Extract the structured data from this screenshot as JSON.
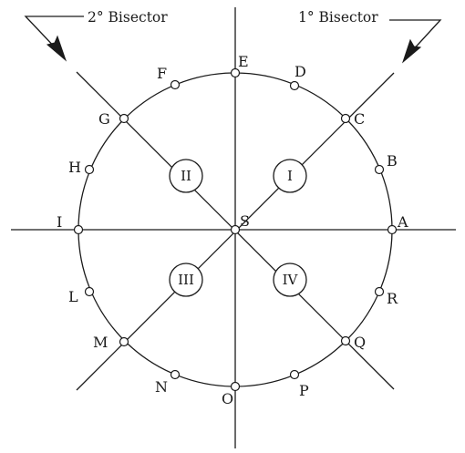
{
  "bisector_labels": {
    "second": "2° Bisector",
    "first": "1° Bisector"
  },
  "center_label": "S",
  "points": [
    "A",
    "B",
    "C",
    "D",
    "E",
    "F",
    "G",
    "H",
    "I",
    "L",
    "M",
    "N",
    "O",
    "P",
    "Q",
    "R"
  ],
  "quadrants": [
    "I",
    "II",
    "III",
    "IV"
  ]
}
